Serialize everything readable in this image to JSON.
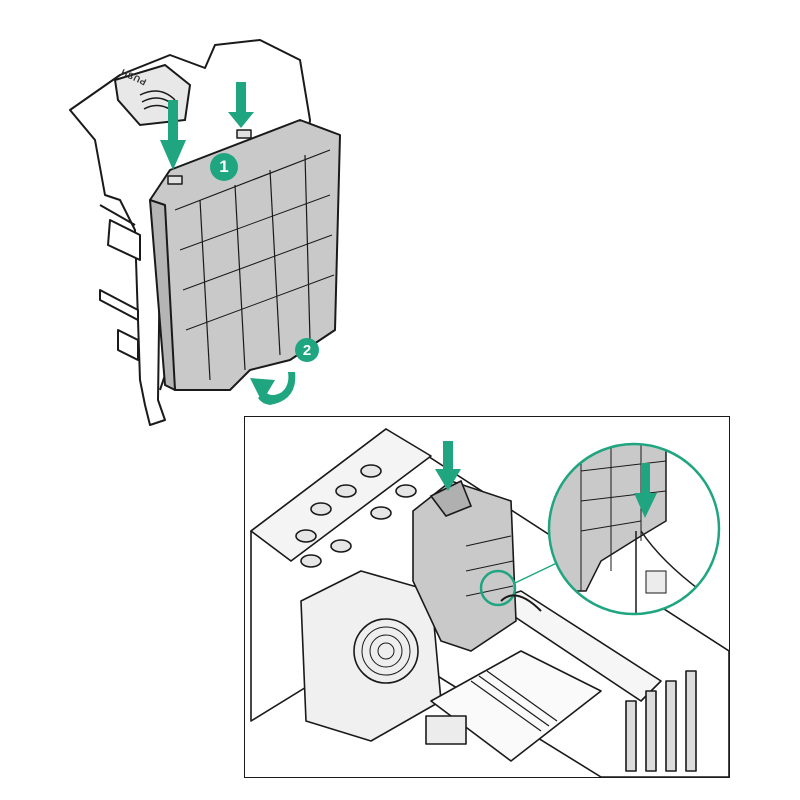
{
  "figure": {
    "type": "installation-diagram",
    "subject": "air baffle installation",
    "colors": {
      "accent_green": "#1fa57f",
      "baffle_gray": "#c9c9c9",
      "line": "#1a1a1a",
      "background": "#ffffff"
    }
  },
  "step_one": {
    "callout": "1",
    "action": "press down on baffle tabs",
    "arrows": [
      "arrow-down-left",
      "arrow-down-right"
    ]
  },
  "step_two": {
    "callout": "2",
    "action": "rotate baffle bottom inward",
    "arrow": "curved-arrow"
  },
  "baffle_label": "PUSH",
  "inset": {
    "action": "install baffle into chassis",
    "arrow": "arrow-down",
    "detail_circle": "magnified tab alignment"
  }
}
